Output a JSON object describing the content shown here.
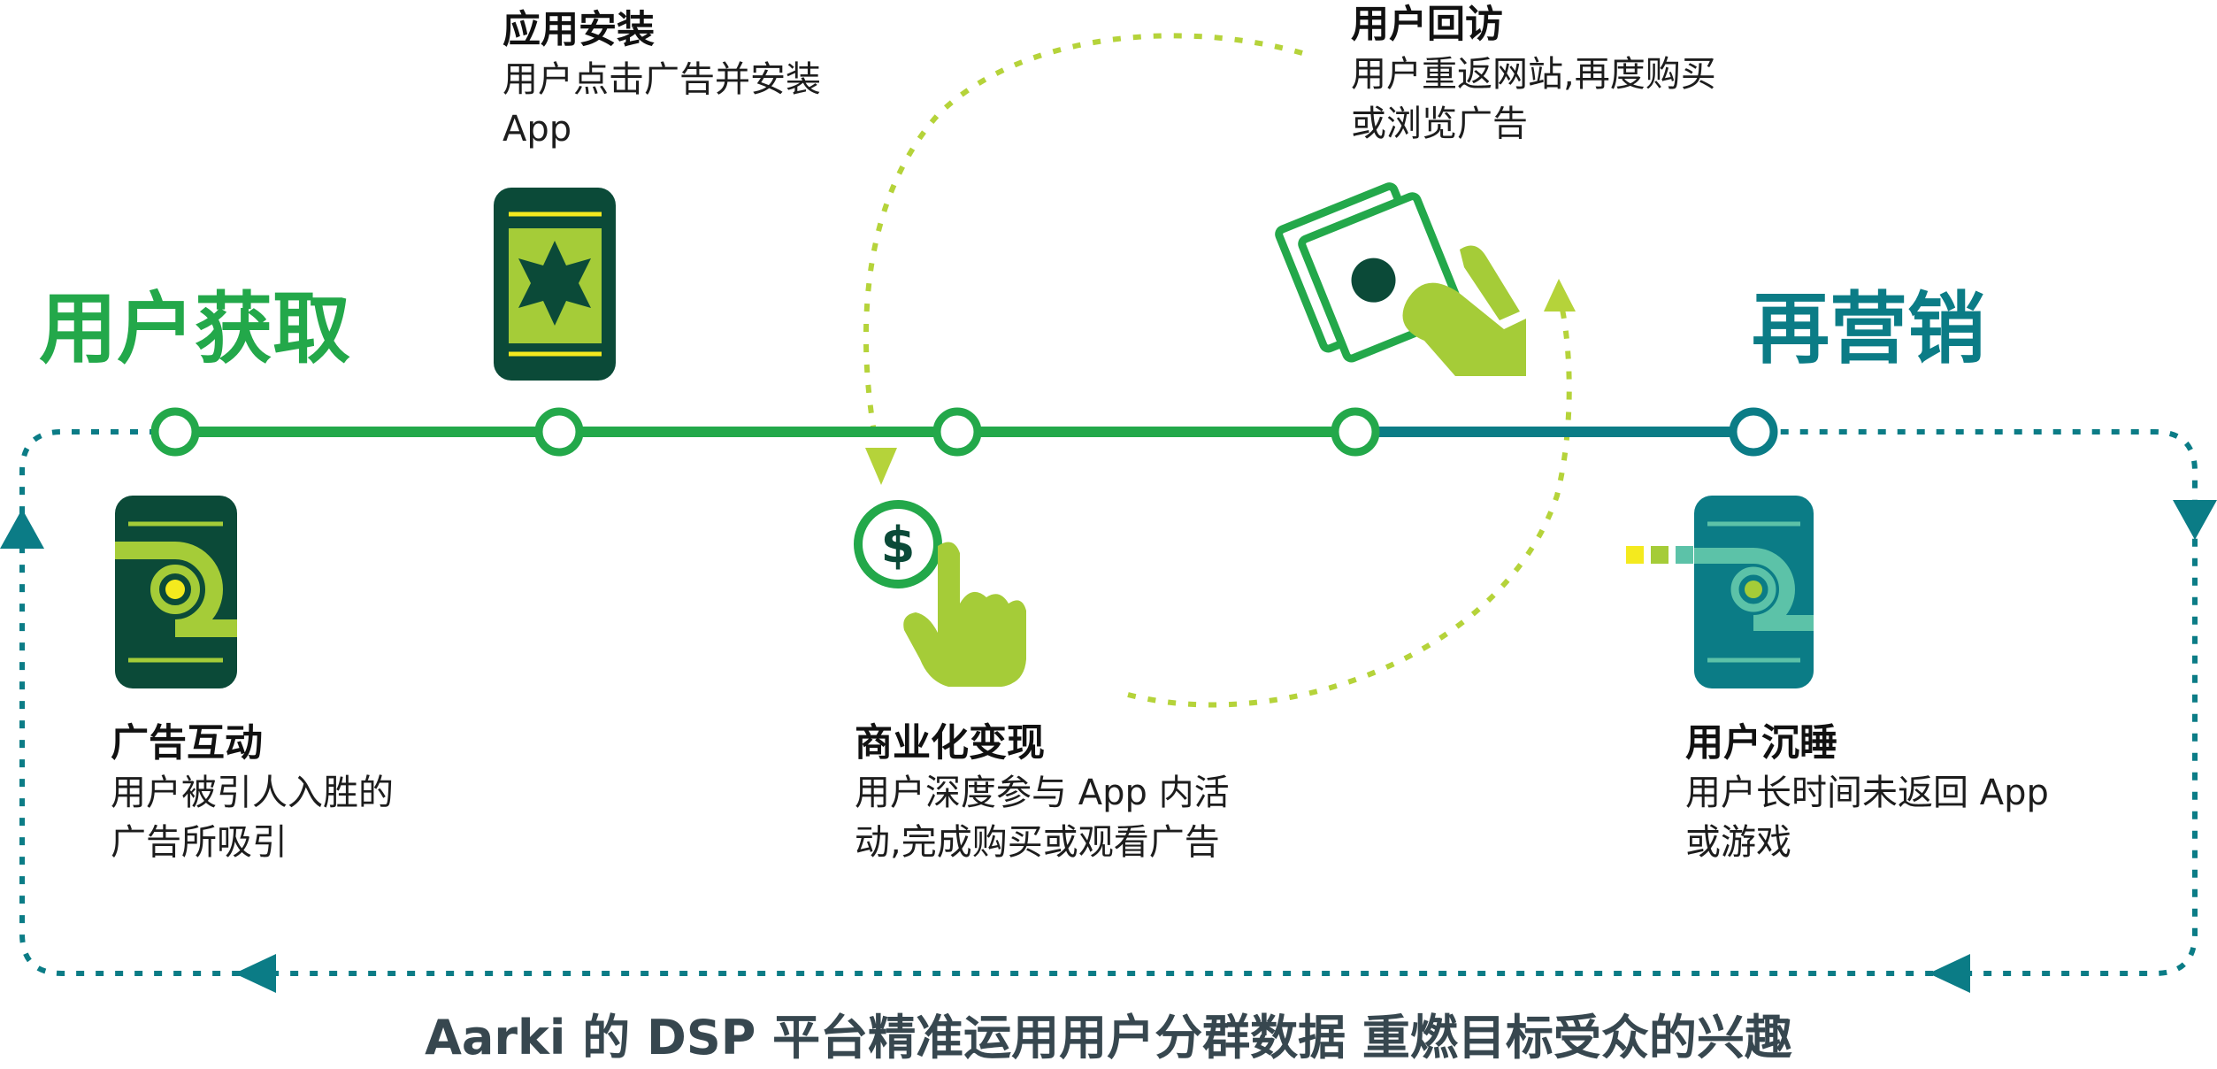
{
  "colors": {
    "green": "#23a84a",
    "teal": "#0b7c86",
    "lime": "#a5cc38",
    "dark_green": "#0b4a38",
    "dashed_lime": "#b5d33a",
    "footer_text": "#37474f"
  },
  "phases": {
    "acquisition": "用户获取",
    "retargeting": "再营销"
  },
  "stages": [
    {
      "id": "ad-engagement",
      "title": "广告互动",
      "desc": "用户被引人入胜的\n广告所吸引",
      "icon": "phone-ad-icon"
    },
    {
      "id": "app-install",
      "title": "应用安装",
      "desc": "用户点击广告并安装\nApp",
      "icon": "phone-star-icon"
    },
    {
      "id": "monetization",
      "title": "商业化变现",
      "desc": "用户深度参与 App 内活\n动,完成购买或观看广告",
      "icon": "tap-dollar-icon"
    },
    {
      "id": "user-return",
      "title": "用户回访",
      "desc": "用户重返网站,再度购买\n或浏览广告",
      "icon": "hand-cash-icon"
    },
    {
      "id": "user-dormant",
      "title": "用户沉睡",
      "desc": "用户长时间未返回 App\n或游戏",
      "icon": "phone-dormant-icon"
    }
  ],
  "footer": "Aarki 的 DSP 平台精准运用用户分群数据 重燃目标受众的兴趣"
}
